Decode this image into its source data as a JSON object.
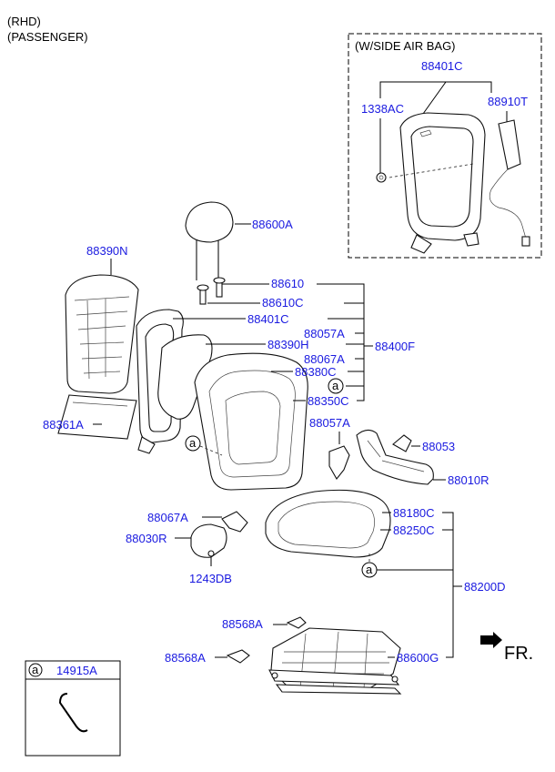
{
  "header": {
    "line1": "(RHD)",
    "line2": "(PASSENGER)"
  },
  "inset": {
    "title": "(W/SIDE AIR BAG)",
    "parts": {
      "frame": "88401C",
      "bolt": "1338AC",
      "airbag": "88910T"
    }
  },
  "parts": {
    "p88600A": "88600A",
    "p88390N": "88390N",
    "p88610": "88610",
    "p88610C": "88610C",
    "p88401C": "88401C",
    "p88057A_1": "88057A",
    "p88390H": "88390H",
    "p88067A_1": "88067A",
    "p88400F": "88400F",
    "p88380C": "88380C",
    "p88350C": "88350C",
    "p88361A": "88361A",
    "p88057A_2": "88057A",
    "p88053": "88053",
    "p88010R": "88010R",
    "p88067A_2": "88067A",
    "p88030R": "88030R",
    "p1243DB": "1243DB",
    "p88180C": "88180C",
    "p88250C": "88250C",
    "p88200D": "88200D",
    "p88568A_1": "88568A",
    "p88568A_2": "88568A",
    "p88600G": "88600G"
  },
  "callouts": {
    "a": "a"
  },
  "direction": {
    "label": "FR."
  },
  "legend": {
    "marker": "a",
    "part": "14915A"
  }
}
